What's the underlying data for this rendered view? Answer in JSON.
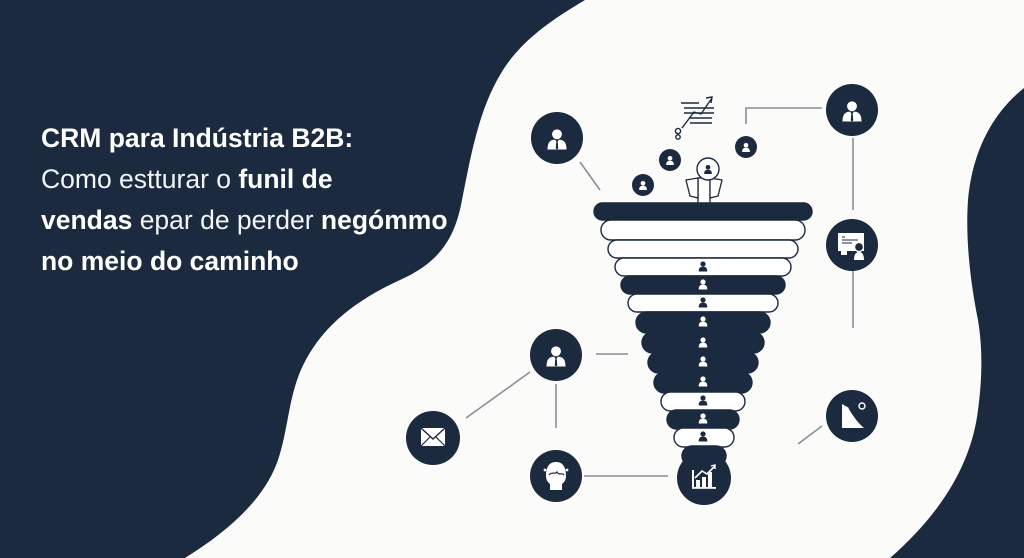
{
  "headline": {
    "line1": "CRM para Indústria B2B:",
    "line2": [
      {
        "text": "Como estturar o ",
        "weight": "regular"
      },
      {
        "text": "funil de",
        "weight": "bold"
      }
    ],
    "line3": [
      {
        "text": "vendas",
        "weight": "bold"
      },
      {
        "text": " epar de perder ",
        "weight": "regular"
      },
      {
        "text": "negómmo",
        "weight": "bold"
      }
    ],
    "line4": "no meio do caminho"
  },
  "colors": {
    "navy": "#1b2a3f",
    "background": "#fbfbfa",
    "connector": "#8a8f96",
    "white": "#ffffff"
  },
  "illustration": {
    "funnel_layers": [
      {
        "style": "dark",
        "person": false
      },
      {
        "style": "light",
        "person": false
      },
      {
        "style": "light",
        "person": false
      },
      {
        "style": "light",
        "person": "dark"
      },
      {
        "style": "dark",
        "person": "light"
      },
      {
        "style": "light",
        "person": "dark"
      },
      {
        "style": "dark",
        "person": "light"
      },
      {
        "style": "dark",
        "person": "light"
      },
      {
        "style": "dark",
        "person": "light"
      },
      {
        "style": "dark",
        "person": "light"
      },
      {
        "style": "light",
        "person": "dark"
      },
      {
        "style": "dark",
        "person": "light"
      },
      {
        "style": "light",
        "person": "dark"
      },
      {
        "style": "dark",
        "person": false
      }
    ],
    "nodes": [
      {
        "name": "businessman-icon-top-left",
        "icon": "businessman"
      },
      {
        "name": "businessman-icon-top-right",
        "icon": "businessman"
      },
      {
        "name": "certificate-icon",
        "icon": "certificate"
      },
      {
        "name": "businessman-icon-middle-left",
        "icon": "businessman"
      },
      {
        "name": "envelope-icon",
        "icon": "email"
      },
      {
        "name": "support-agent-icon",
        "icon": "headset-person"
      },
      {
        "name": "bar-chart-growth-icon",
        "icon": "chart"
      },
      {
        "name": "growth-curve-icon",
        "icon": "curve"
      }
    ]
  }
}
